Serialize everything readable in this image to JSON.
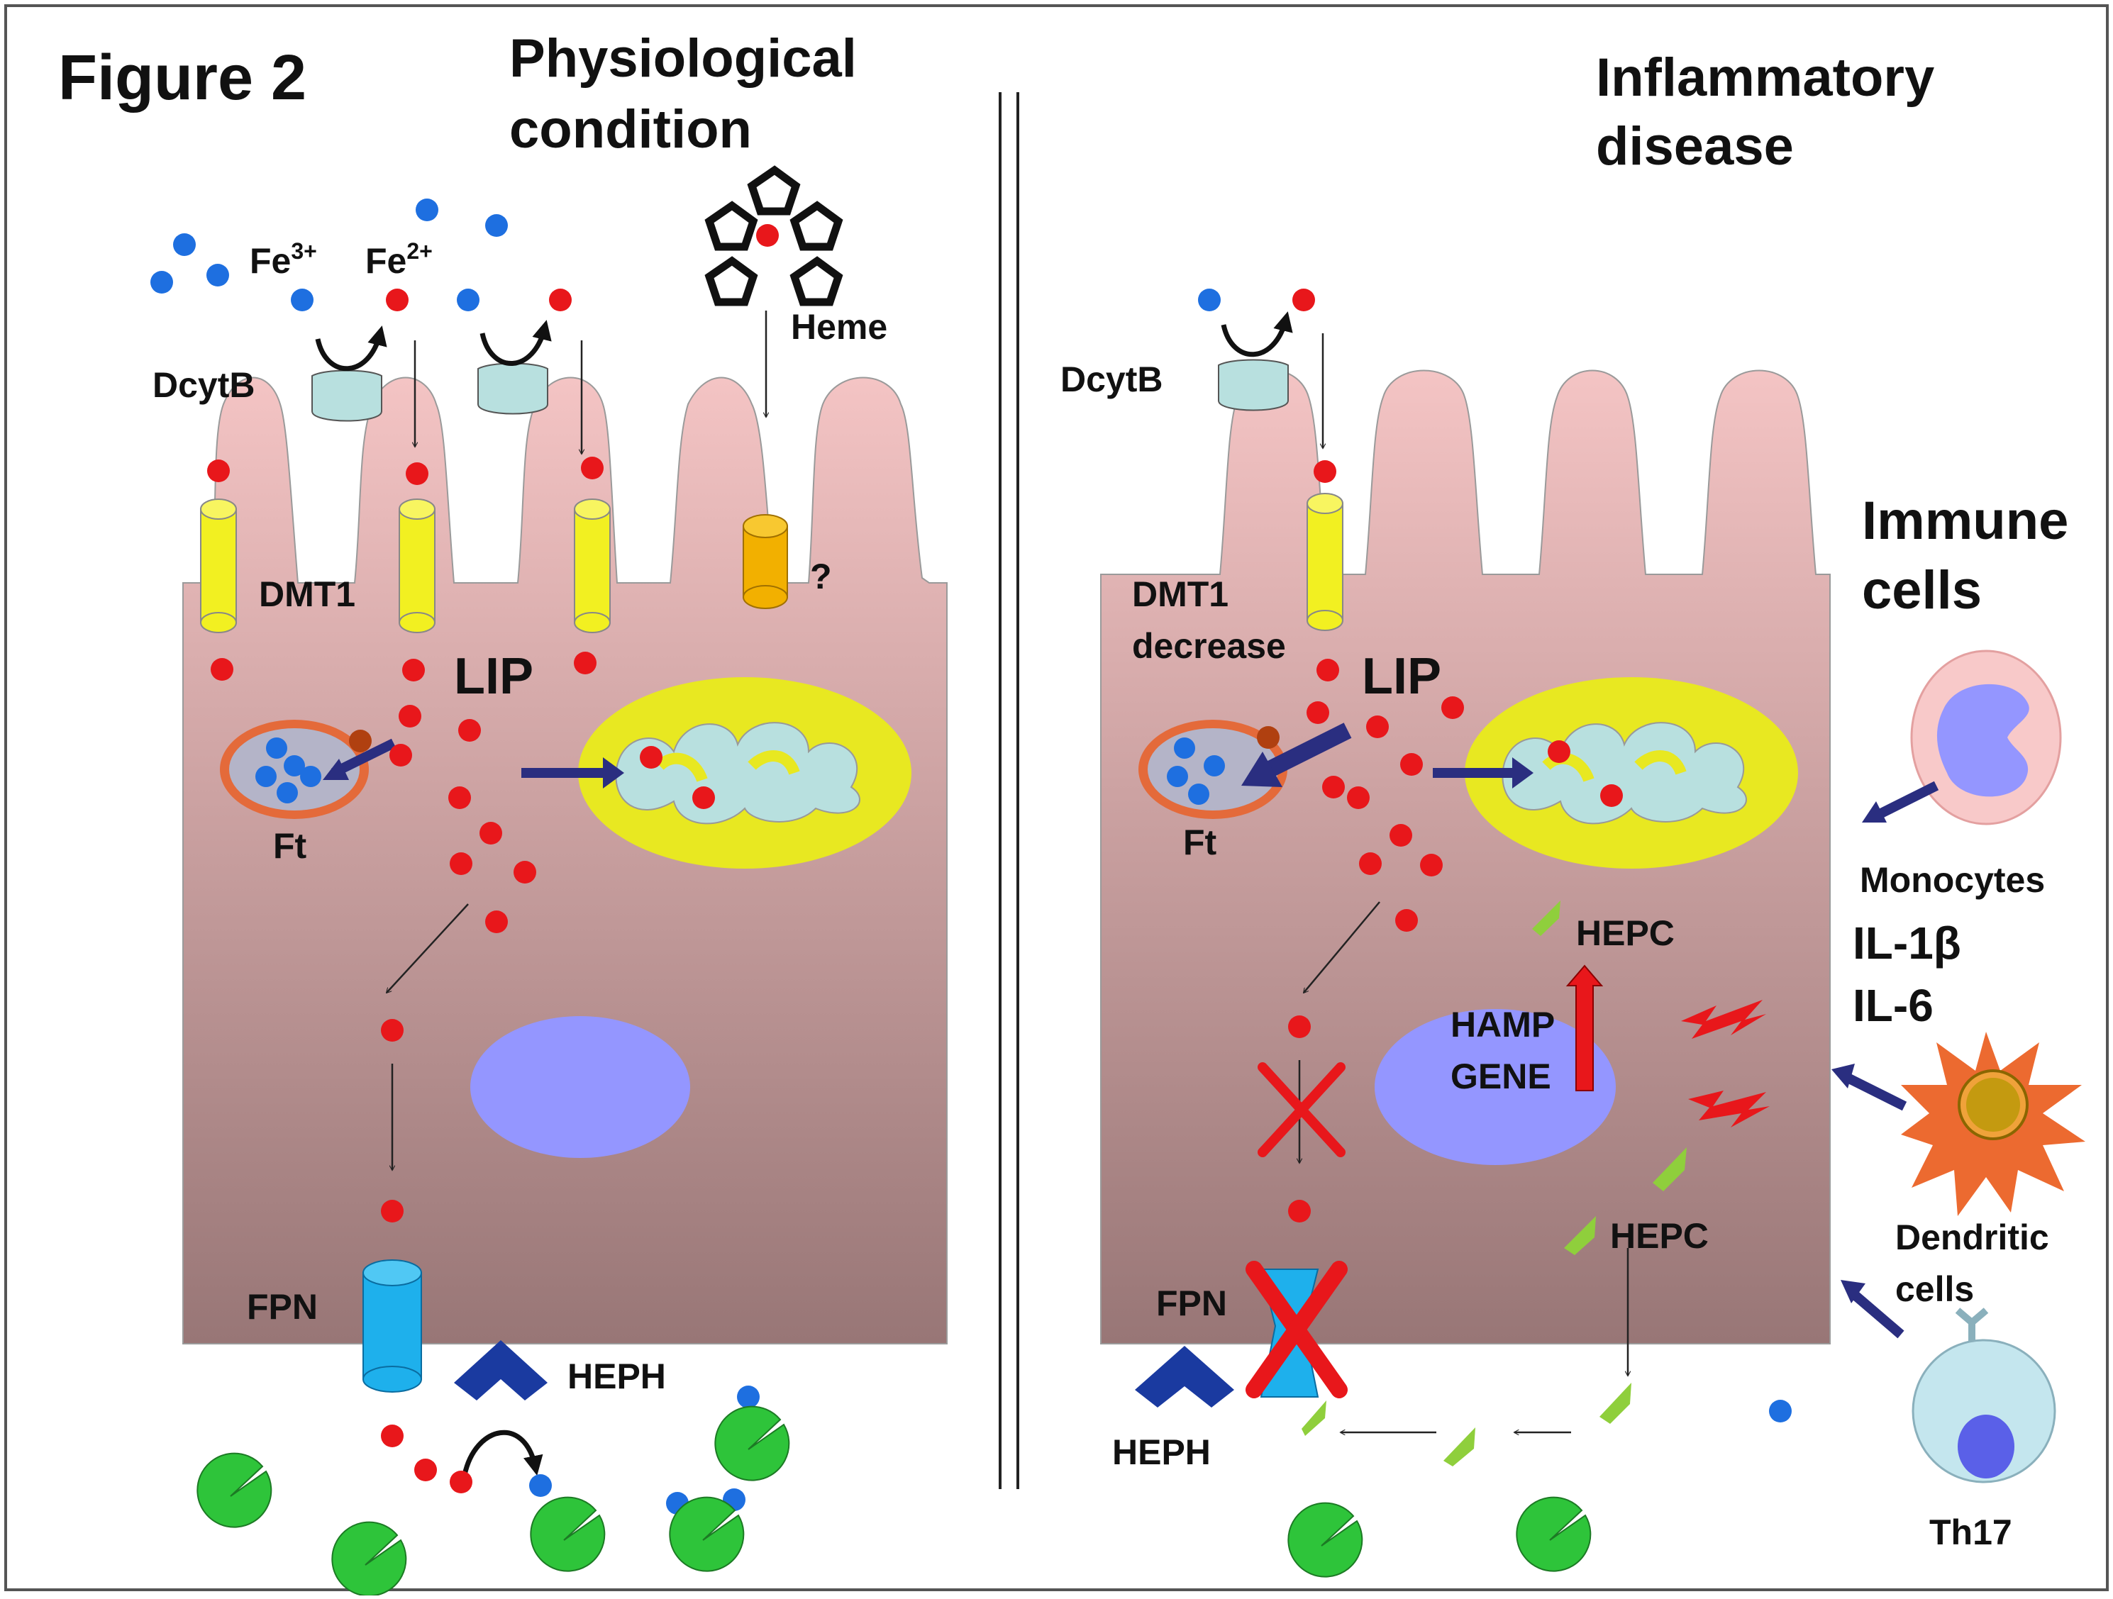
{
  "figure_label": "Figure 2",
  "left_panel": {
    "title_line1": "Physiological",
    "title_line2": "condition",
    "fe3": "Fe",
    "fe3_sup": "3+",
    "fe2": "Fe",
    "fe2_sup": "2+",
    "heme": "Heme",
    "dcytb": "DcytB",
    "dmt1": "DMT1",
    "unknown_transporter": "?",
    "lip": "LIP",
    "ferritin": "Ft",
    "fpn": "FPN",
    "heph": "HEPH"
  },
  "right_panel": {
    "title_line1": "Inflammatory",
    "title_line2": "disease",
    "dcytb": "DcytB",
    "dmt1": "DMT1",
    "dmt1_status": "decrease",
    "lip": "LIP",
    "ferritin": "Ft",
    "hepc_top": "HEPC",
    "hamp_line1": "HAMP",
    "hamp_line2": "GENE",
    "hepc_bottom": "HEPC",
    "fpn": "FPN",
    "heph": "HEPH",
    "immune_line1": "Immune",
    "immune_line2": "cells",
    "monocytes": "Monocytes",
    "il1": "IL-1β",
    "il6": "IL-6",
    "dendritic_line1": "Dendritic",
    "dendritic_line2": "cells",
    "th17": "Th17"
  },
  "colors": {
    "fe3_dot": "#1e6fe0",
    "fe2_dot": "#e8171b",
    "cell_top": "#f4c4c4",
    "cell_bottom": "#987676",
    "dmt1": "#f2f021",
    "heme_transporter": "#f2b000",
    "dcytb": "#b8e0df",
    "fpn": "#1eb0ec",
    "heph": "#1a3aa0",
    "transferrin": "#2ec43a",
    "mitochondria": "#e8e821",
    "nucleus": "#9496ff",
    "arrow_navy": "#2a2e80",
    "hepcidin": "#8fcf3c",
    "block_cross": "#e8171b",
    "monocyte": "#f8c9c9",
    "dendritic": "#ec6a30",
    "th17": "#c4e6ee"
  }
}
